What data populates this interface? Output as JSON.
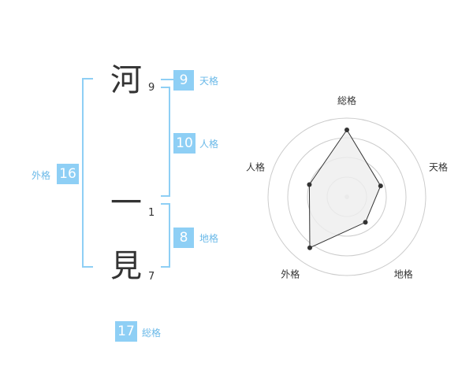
{
  "name": {
    "characters": [
      {
        "char": "河",
        "strokes": "9"
      },
      {
        "char": "一",
        "strokes": "1"
      },
      {
        "char": "見",
        "strokes": "7"
      }
    ]
  },
  "fortunes": {
    "tenkaku": {
      "value": "9",
      "label": "天格"
    },
    "jinkaku": {
      "value": "10",
      "label": "人格"
    },
    "chikaku": {
      "value": "8",
      "label": "地格"
    },
    "gaikaku": {
      "value": "16",
      "label": "外格"
    },
    "soukaku": {
      "value": "17",
      "label": "総格"
    }
  },
  "chart_data": {
    "type": "radar",
    "axes": [
      "総格",
      "天格",
      "地格",
      "外格",
      "人格"
    ],
    "values": [
      17,
      9,
      8,
      16,
      10
    ],
    "rmax": 20,
    "rings": 4,
    "colors": {
      "line": "#333333",
      "fill": "#eeeeee",
      "grid": "#cccccc",
      "point": "#333333",
      "center": "#dddddd"
    }
  },
  "colors": {
    "accent": "#8ecff5",
    "accent_text": "#6ab9e8"
  }
}
